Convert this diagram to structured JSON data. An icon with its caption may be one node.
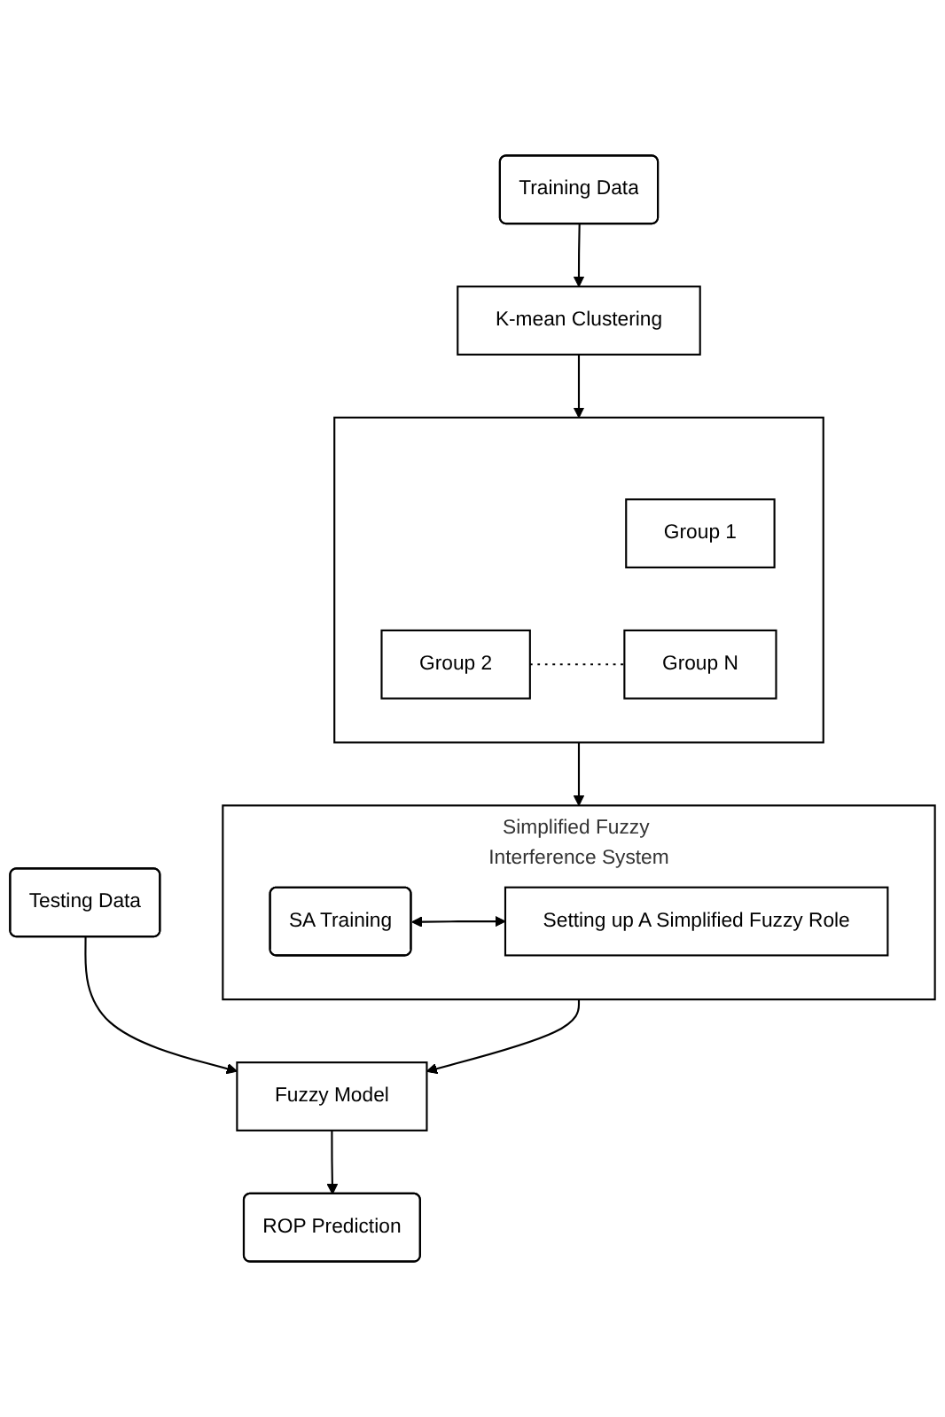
{
  "diagram": {
    "nodes": [
      {
        "text": [
          "Training Data"
        ]
      },
      {
        "text": [
          "K-mean Clustering"
        ]
      },
      {
        "text": [],
        "shape": "box"
      },
      {
        "text": [
          "Group 1"
        ],
        "in": 2
      },
      {
        "text": [
          "Group 2"
        ],
        "in": 2
      },
      {
        "text": [
          "Group N"
        ],
        "in": 2
      },
      {
        "text": [
          "Simplified Fuzzy Interference System"
        ]
      },
      {
        "text": [
          "SA Training"
        ],
        "in": 6
      },
      {
        "text": [
          "Setting up A Simplified Fuzzy Role"
        ],
        "in": 6
      },
      {
        "text": [
          "Testing Data"
        ]
      },
      {
        "text": [
          "Fuzzy Model"
        ]
      },
      {
        "text": [
          "ROP Prediction"
        ]
      }
    ],
    "edges": [
      {
        "from": 0,
        "to": 1,
        "arrow": "to"
      },
      {
        "from": 1,
        "to": 2,
        "arrow": "to"
      },
      {
        "from": 4,
        "to": 5,
        "arrow": "none",
        "style": "dashed"
      },
      {
        "from": 2,
        "to": 6,
        "arrow": "to"
      },
      {
        "from": 7,
        "to": 8,
        "arrow": "both"
      },
      {
        "from": 6,
        "to": 10,
        "arrow": "to"
      },
      {
        "from": 9,
        "to": 10,
        "arrow": "to"
      },
      {
        "from": 10,
        "to": 11,
        "arrow": "to"
      }
    ]
  }
}
